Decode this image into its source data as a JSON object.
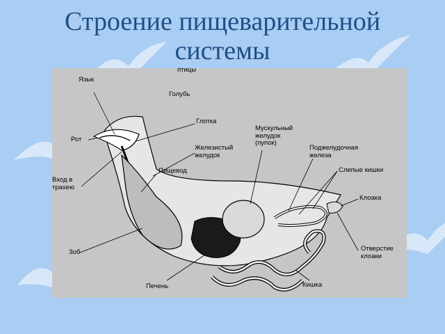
{
  "slide": {
    "title_line1": "Строение пищеварительной",
    "title_line2": "системы"
  },
  "diagram": {
    "subtitle": "птицы",
    "species": "Голубь",
    "labels": {
      "tongue": "Язык",
      "mouth": "Рот",
      "trachea_entrance": "Вход в\nтрахею",
      "crop": "Зоб",
      "liver": "Печень",
      "pharynx": "Глотка",
      "glandular_stomach": "Железистый\nжелудок",
      "esophagus": "Пищевод",
      "muscular_stomach": "Мускульный\nжелудок\n(пупок)",
      "pancreas": "Поджелудочная\nжелеза",
      "caeca": "Слепые кишки",
      "cloaca": "Клоака",
      "cloaca_opening": "Отверстие\nклоаки",
      "intestine": "Кишка"
    }
  },
  "colors": {
    "background": "#a9cdf3",
    "title": "#1f4f86",
    "panel": "#c6c6c6",
    "organ_dark": "#1a1a1a",
    "organ_light": "#e6e6e6"
  }
}
